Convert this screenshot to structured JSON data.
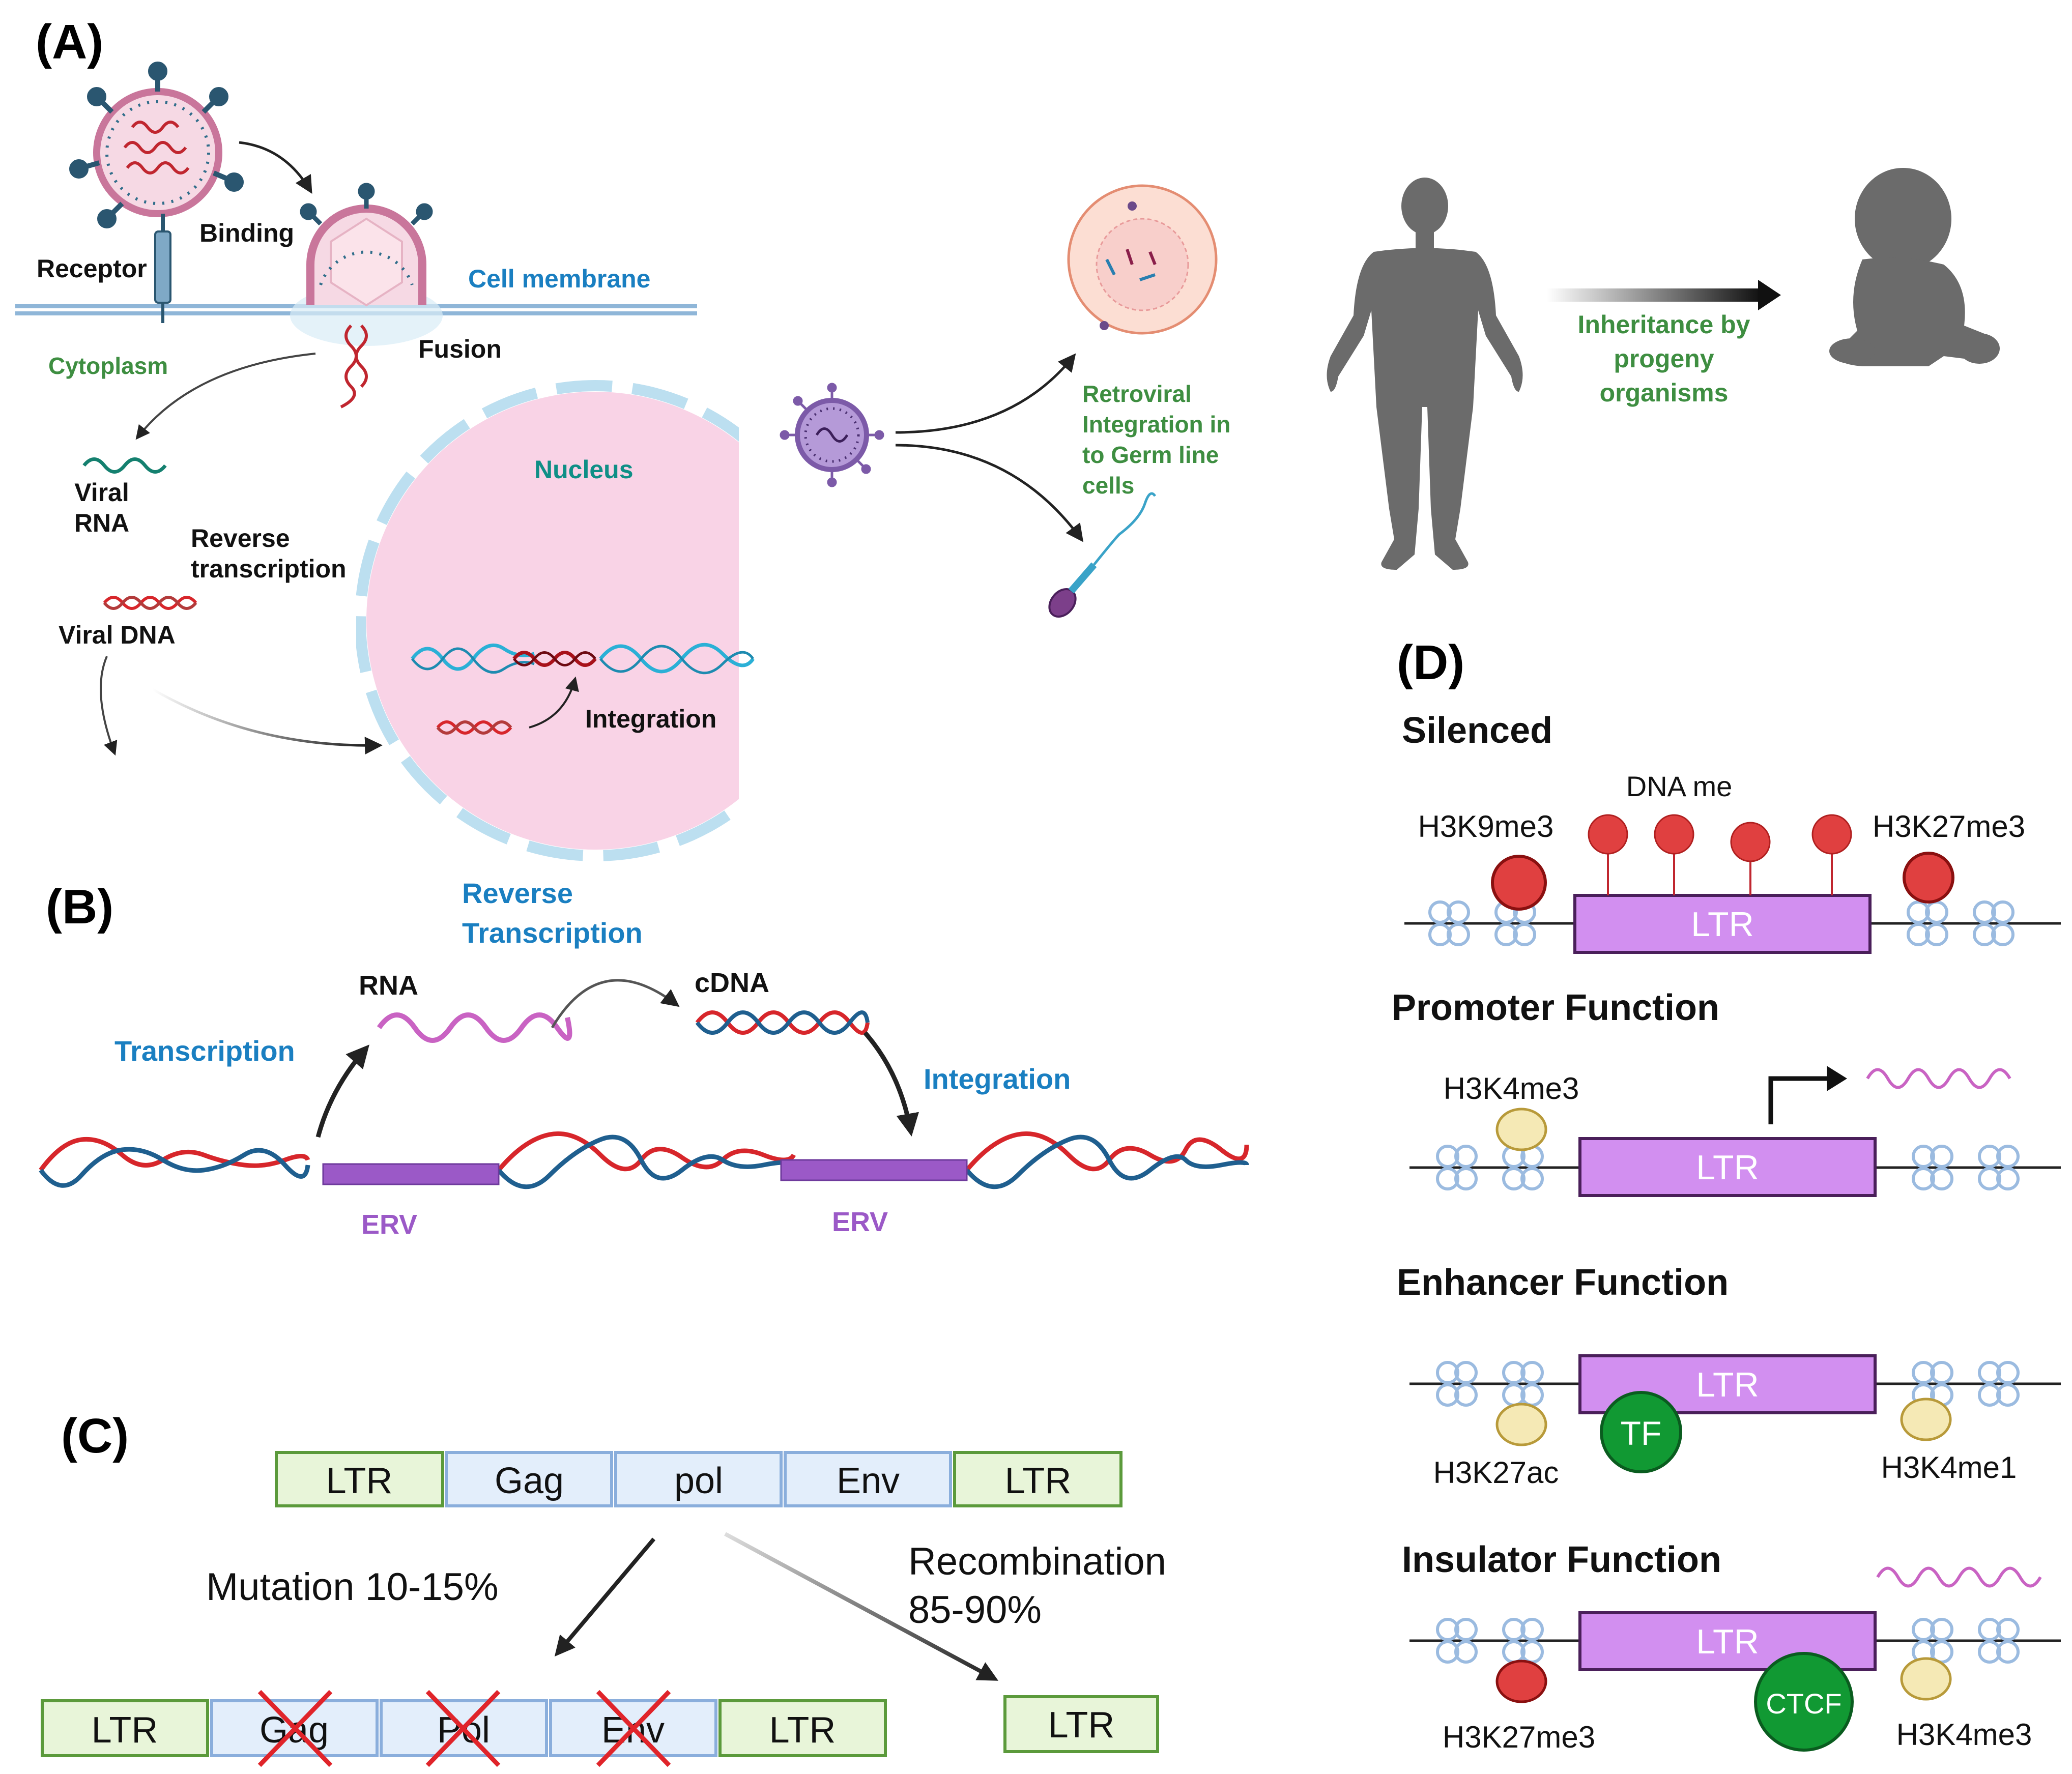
{
  "colors": {
    "blue_label": "#1a7fc1",
    "green_label": "#3e8e41",
    "teal_label": "#0f8f86",
    "erv_purple": "#9b59c7",
    "ltr_purple": "#d28ff0",
    "ltr_green_fill": "#e8f5d9",
    "ltr_green_stroke": "#5b9a3b",
    "gene_fill": "#e3eefb",
    "gene_stroke": "#8aaedc",
    "dna_red": "#d7262b",
    "dna_blue": "#1f5f8f",
    "dna_cyan": "#2bb0d6",
    "nucleus_pink": "#f9d3e6",
    "mark_red": "#e04040",
    "mark_yellow": "#f5e9b5",
    "tf_green": "#119933",
    "histone_blue": "#9bbbe0"
  },
  "panelA": {
    "label": "(A)",
    "receptor": "Receptor",
    "binding": "Binding",
    "cell_membrane": "Cell membrane",
    "cytoplasm": "Cytoplasm",
    "fusion": "Fusion",
    "nucleus": "Nucleus",
    "viral_rna_1": "Viral",
    "viral_rna_2": "RNA",
    "reverse_transcription_1": "Reverse",
    "reverse_transcription_2": "transcription",
    "viral_dna": "Viral DNA",
    "integration": "Integration",
    "germline_1": "Retroviral",
    "germline_2": "Integration in",
    "germline_3": "to Germ line",
    "germline_4": "cells",
    "inherit_1": "Inheritance by",
    "inherit_2": "progeny",
    "inherit_3": "organisms"
  },
  "panelB": {
    "label": "(B)",
    "reverse_1": "Reverse",
    "reverse_2": "Transcription",
    "rna": "RNA",
    "cdna": "cDNA",
    "transcription": "Transcription",
    "integration": "Integration",
    "erv_left": "ERV",
    "erv_right": "ERV"
  },
  "panelC": {
    "label": "(C)",
    "top_genes": [
      "LTR",
      "Gag",
      "pol",
      "Env",
      "LTR"
    ],
    "mutation": "Mutation 10-15%",
    "recombination_1": "Recombination",
    "recombination_2": "85-90%",
    "bottom_genes": [
      "LTR",
      "Gag",
      "Pol",
      "Env",
      "LTR"
    ],
    "solo_ltr": "LTR"
  },
  "panelD": {
    "label": "(D)",
    "silenced": "Silenced",
    "dna_me": "DNA me",
    "h3k9me3": "H3K9me3",
    "h3k27me3_top": "H3K27me3",
    "ltr1": "LTR",
    "promoter": "Promoter Function",
    "h3k4me3_prom": "H3K4me3",
    "ltr2": "LTR",
    "enhancer": "Enhancer Function",
    "ltr3": "LTR",
    "tf": "TF",
    "h3k27ac": "H3K27ac",
    "h3k4me1": "H3K4me1",
    "insulator": "Insulator Function",
    "ltr4": "LTR",
    "ctcf": "CTCF",
    "h3k27me3_bot": "H3K27me3",
    "h3k4me3_bot": "H3K4me3"
  }
}
